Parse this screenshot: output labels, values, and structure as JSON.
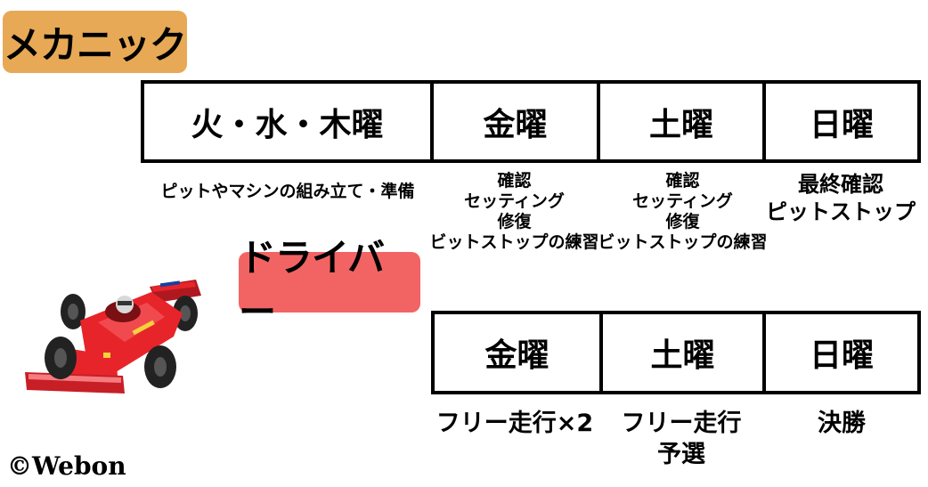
{
  "mechanic": {
    "label": "メカニック",
    "tag_color": "#e7a955",
    "days": [
      "火・水・木曜",
      "金曜",
      "土曜",
      "日曜"
    ],
    "tasks": [
      "ピットやマシンの組み立て・準備",
      "確認\nセッティング\n修復\nビットストップの練習",
      "確認\nセッティング\n修復\nビットストップの練習",
      "最終確認\nピットストップ"
    ]
  },
  "driver": {
    "label": "ドライバー",
    "tag_color": "#f26464",
    "days": [
      "金曜",
      "土曜",
      "日曜"
    ],
    "tasks": [
      "フリー走行×2",
      "フリー走行\n予選",
      "決勝"
    ]
  },
  "copyright": "©Webon",
  "illustration": {
    "icon": "racing-car-icon",
    "body_color": "#e8242b"
  }
}
